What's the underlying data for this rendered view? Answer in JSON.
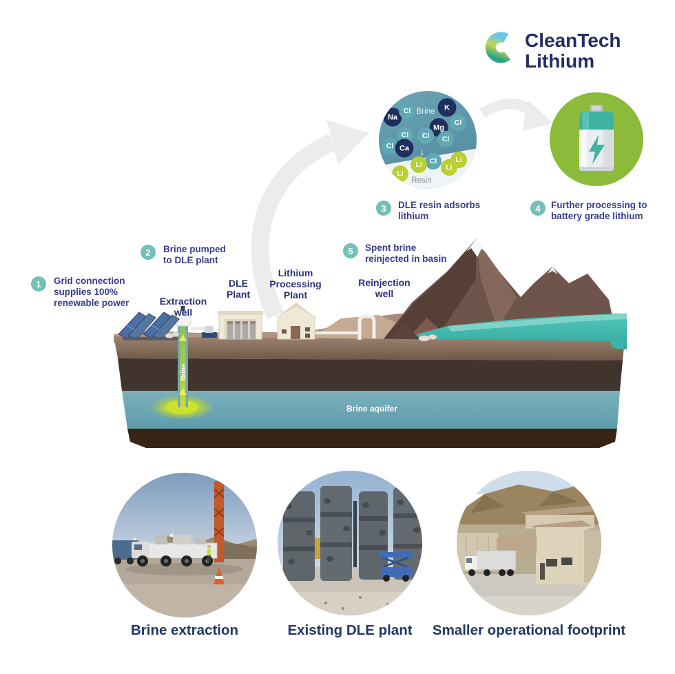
{
  "brand": {
    "name_line1": "CleanTech",
    "name_line2": "Lithium"
  },
  "steps": [
    {
      "num": "1",
      "text": "Grid connection supplies 100% renewable power"
    },
    {
      "num": "2",
      "text": "Brine pumped to DLE plant"
    },
    {
      "num": "3",
      "text": "DLE resin adsorbs lithium"
    },
    {
      "num": "4",
      "text": "Further processing to battery grade lithium"
    },
    {
      "num": "5",
      "text": "Spent brine reinjected in basin"
    }
  ],
  "scene": {
    "labels": {
      "extraction_well": "Extraction well",
      "dle_plant": "DLE Plant",
      "processing_plant": "Lithium Processing Plant",
      "reinjection_well": "Reinjection well",
      "brine_pipe": "Brine",
      "aquifer": "Brine aquifer"
    }
  },
  "ion_diagram": {
    "zone_top": "Brine",
    "zone_bottom": "Resin",
    "ions": [
      {
        "symbol": "Na",
        "type": "cation"
      },
      {
        "symbol": "Cl",
        "type": "chloride"
      },
      {
        "symbol": "K",
        "type": "cation"
      },
      {
        "symbol": "Cl",
        "type": "chloride"
      },
      {
        "symbol": "Mg",
        "type": "cation"
      },
      {
        "symbol": "Cl",
        "type": "chloride"
      },
      {
        "symbol": "Cl",
        "type": "chloride"
      },
      {
        "symbol": "Cl",
        "type": "chloride"
      },
      {
        "symbol": "Cl",
        "type": "chloride"
      },
      {
        "symbol": "Ca",
        "type": "cation"
      },
      {
        "symbol": "Cl",
        "type": "chloride"
      },
      {
        "symbol": "Li",
        "type": "lithium"
      },
      {
        "symbol": "Li",
        "type": "lithium"
      },
      {
        "symbol": "Li",
        "type": "lithium"
      },
      {
        "symbol": "Li",
        "type": "lithium"
      }
    ]
  },
  "photos": [
    {
      "caption": "Brine extraction"
    },
    {
      "caption": "Existing DLE plant"
    },
    {
      "caption": "Smaller operational footprint"
    }
  ],
  "colors": {
    "accent_teal": "#72c0b6",
    "navy": "#2b3178",
    "lime": "#b9cf35",
    "battery_green": "#8cbb3c",
    "aquifer_blue": "#6ca7b4"
  }
}
